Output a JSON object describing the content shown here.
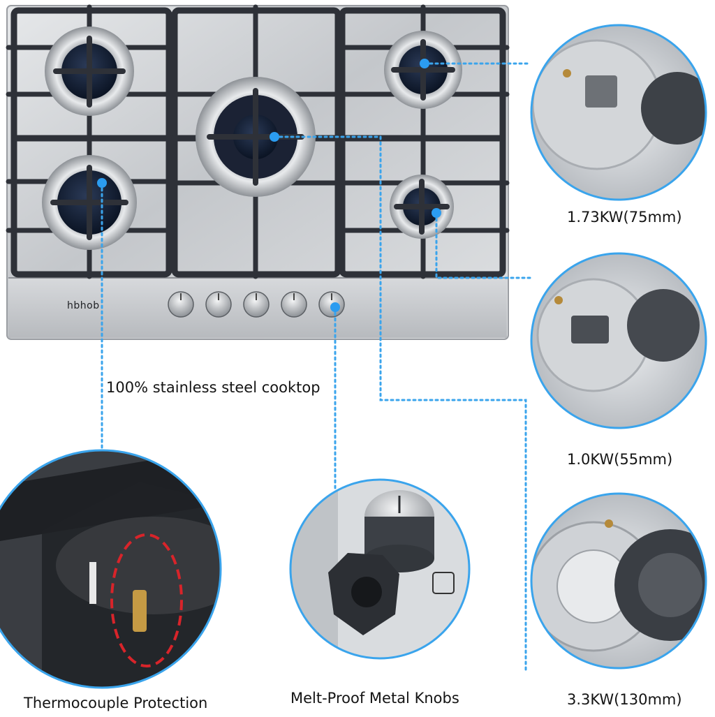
{
  "product": {
    "brand": "hbhob"
  },
  "callouts": {
    "cooktop_material": "100% stainless steel cooktop",
    "burner_small_medium": "1.73KW(75mm)",
    "burner_auxiliary": "1.0KW(55mm)",
    "burner_wok": "3.3KW(130mm)",
    "thermocouple": "Thermocouple Protection",
    "knobs": "Melt-Proof Metal Knobs"
  },
  "colors": {
    "accent_dot": "#2b9cf0",
    "circle_border": "#3aa4ec",
    "stainless": "#c9ccd0",
    "grate": "#2e3138",
    "burner_cap": "#0e1a30",
    "highlight_ring": "#d8242a"
  }
}
